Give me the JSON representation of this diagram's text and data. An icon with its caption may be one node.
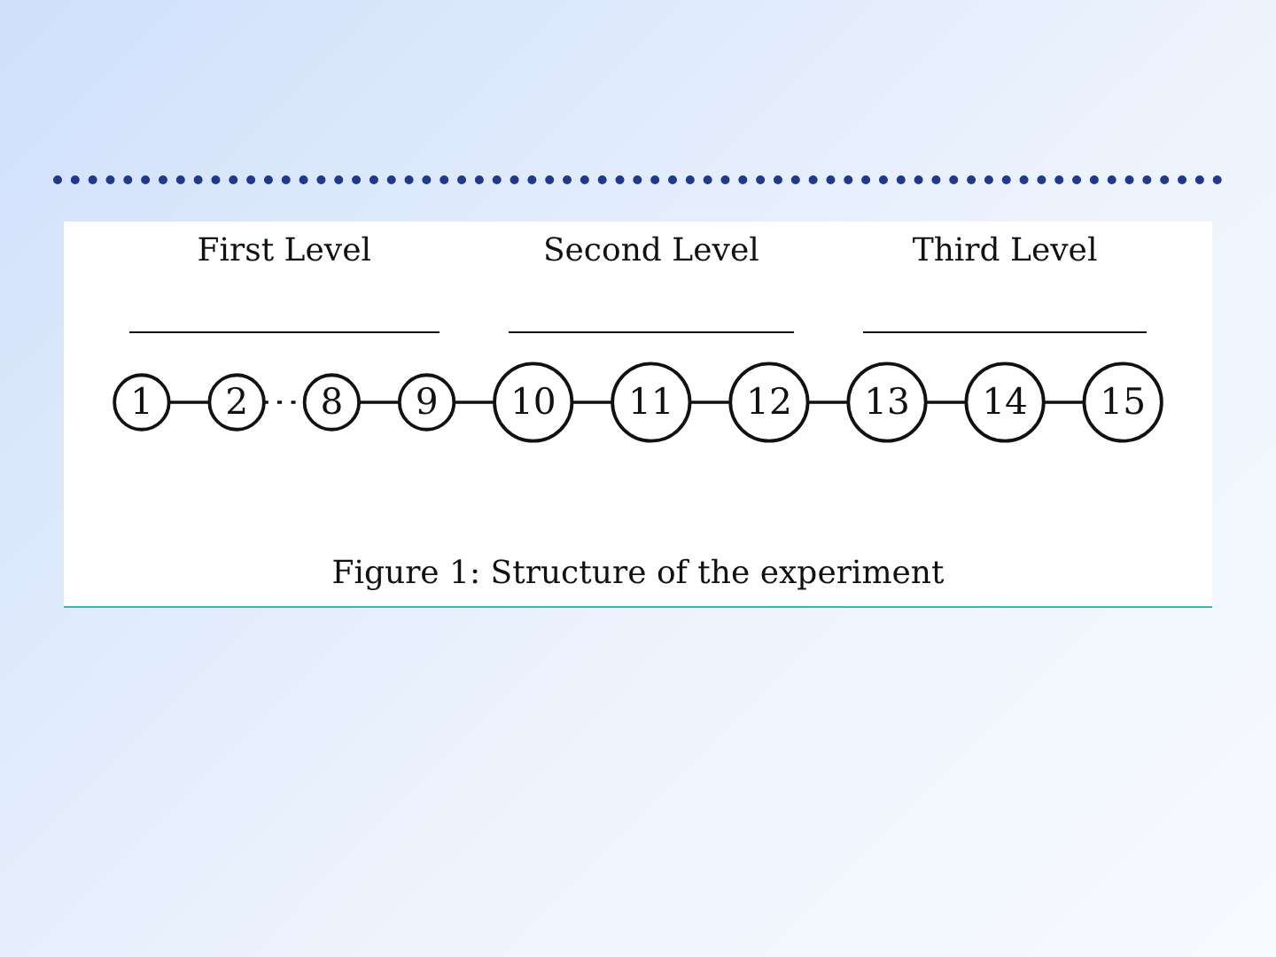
{
  "diagram": {
    "caption": "Figure 1: Structure of the experiment",
    "nodes": [
      {
        "text": [
          "1"
        ]
      },
      {
        "text": [
          "2"
        ]
      },
      {
        "text": [
          "8"
        ]
      },
      {
        "text": [
          "9"
        ]
      },
      {
        "text": [
          "10"
        ]
      },
      {
        "text": [
          "11"
        ]
      },
      {
        "text": [
          "12"
        ]
      },
      {
        "text": [
          "13"
        ]
      },
      {
        "text": [
          "14"
        ]
      },
      {
        "text": [
          "15"
        ]
      }
    ],
    "edges": [
      {
        "from": 0,
        "to": 1,
        "arrow": "none"
      },
      {
        "from": 1,
        "to": 2,
        "arrow": "none",
        "style": "dashed"
      },
      {
        "from": 2,
        "to": 3,
        "arrow": "none"
      },
      {
        "from": 3,
        "to": 4,
        "arrow": "none"
      },
      {
        "from": 4,
        "to": 5,
        "arrow": "none"
      },
      {
        "from": 5,
        "to": 6,
        "arrow": "none"
      },
      {
        "from": 6,
        "to": 7,
        "arrow": "none"
      },
      {
        "from": 7,
        "to": 8,
        "arrow": "none"
      },
      {
        "from": 8,
        "to": 9,
        "arrow": "none"
      }
    ],
    "labels": [
      "First Level",
      "Second Level",
      "Third Level"
    ]
  }
}
